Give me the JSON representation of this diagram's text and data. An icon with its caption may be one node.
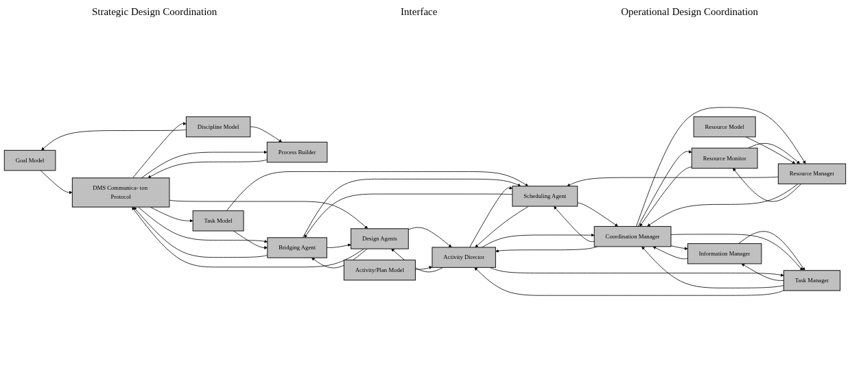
{
  "diagram": {
    "nodes": [
      {
        "text": [
          "Goal Model"
        ]
      },
      {
        "text": [
          "Discipline Model"
        ]
      },
      {
        "text": [
          "DMS Communica- ton Protocol"
        ]
      },
      {
        "text": [
          "Process Builder"
        ]
      },
      {
        "text": [
          "Task Model"
        ]
      },
      {
        "text": [
          "Bridging Agent"
        ]
      },
      {
        "text": [
          "Design Agents"
        ]
      },
      {
        "text": [
          "Scheduling Agent"
        ]
      },
      {
        "text": [
          "Information Manager"
        ]
      },
      {
        "text": [
          "Task Manager"
        ]
      },
      {
        "text": [
          "Coordination Manager"
        ]
      },
      {
        "text": [
          "Activity Director"
        ]
      },
      {
        "text": [
          "Activity/Plan Model"
        ]
      },
      {
        "text": [
          "Resource Monitor"
        ]
      },
      {
        "text": [
          "Resource Manager"
        ]
      },
      {
        "text": [
          "Resource Model"
        ]
      }
    ],
    "edges": [
      {
        "from": 1,
        "to": 0,
        "arrow": "to"
      },
      {
        "from": 0,
        "to": 2,
        "arrow": "to"
      },
      {
        "from": 2,
        "to": 1,
        "arrow": "to"
      },
      {
        "from": 1,
        "to": 3,
        "arrow": "to"
      },
      {
        "from": 3,
        "to": 2,
        "arrow": "to"
      },
      {
        "from": 2,
        "to": 3,
        "arrow": "to"
      },
      {
        "from": 2,
        "to": 4,
        "arrow": "to"
      },
      {
        "from": 2,
        "to": 5,
        "arrow": "to"
      },
      {
        "from": 5,
        "to": 2,
        "arrow": "to"
      },
      {
        "from": 2,
        "to": 6,
        "arrow": "to"
      },
      {
        "from": 6,
        "to": 2,
        "arrow": "to"
      },
      {
        "from": 4,
        "to": 5,
        "arrow": "to"
      },
      {
        "from": 5,
        "to": 6,
        "arrow": "to"
      },
      {
        "from": 6,
        "to": 5,
        "arrow": "to"
      },
      {
        "from": 4,
        "to": 7,
        "arrow": "to"
      },
      {
        "from": 5,
        "to": 7,
        "arrow": "to"
      },
      {
        "from": 7,
        "to": 5,
        "arrow": "to"
      },
      {
        "from": 7,
        "to": 11,
        "arrow": "to"
      },
      {
        "from": 11,
        "to": 7,
        "arrow": "to"
      },
      {
        "from": 14,
        "to": 7,
        "arrow": "to"
      },
      {
        "from": 11,
        "to": 6,
        "arrow": "to"
      },
      {
        "from": 6,
        "to": 11,
        "arrow": "to"
      },
      {
        "from": 7,
        "to": 10,
        "arrow": "to"
      },
      {
        "from": 10,
        "to": 7,
        "arrow": "to"
      },
      {
        "from": 8,
        "to": 9,
        "arrow": "to"
      },
      {
        "from": 9,
        "to": 8,
        "arrow": "to"
      },
      {
        "from": 10,
        "to": 8,
        "arrow": "to"
      },
      {
        "from": 8,
        "to": 10,
        "arrow": "to"
      },
      {
        "from": 10,
        "to": 9,
        "arrow": "to"
      },
      {
        "from": 9,
        "to": 10,
        "arrow": "to"
      },
      {
        "from": 11,
        "to": 9,
        "arrow": "to"
      },
      {
        "from": 9,
        "to": 11,
        "arrow": "to"
      },
      {
        "from": 10,
        "to": 11,
        "arrow": "to"
      },
      {
        "from": 11,
        "to": 10,
        "arrow": "to"
      },
      {
        "from": 12,
        "to": 11,
        "arrow": "to"
      },
      {
        "from": 10,
        "to": 13,
        "arrow": "to"
      },
      {
        "from": 13,
        "to": 10,
        "arrow": "to"
      },
      {
        "from": 10,
        "to": 14,
        "arrow": "to"
      },
      {
        "from": 14,
        "to": 10,
        "arrow": "to"
      },
      {
        "from": 14,
        "to": 13,
        "arrow": "to"
      },
      {
        "from": 13,
        "to": 14,
        "arrow": "to"
      },
      {
        "from": 15,
        "to": 14,
        "arrow": "to"
      }
    ],
    "labels": [
      "Strategic Design Coordination",
      "Interface",
      "Operational Design Coordination"
    ]
  }
}
